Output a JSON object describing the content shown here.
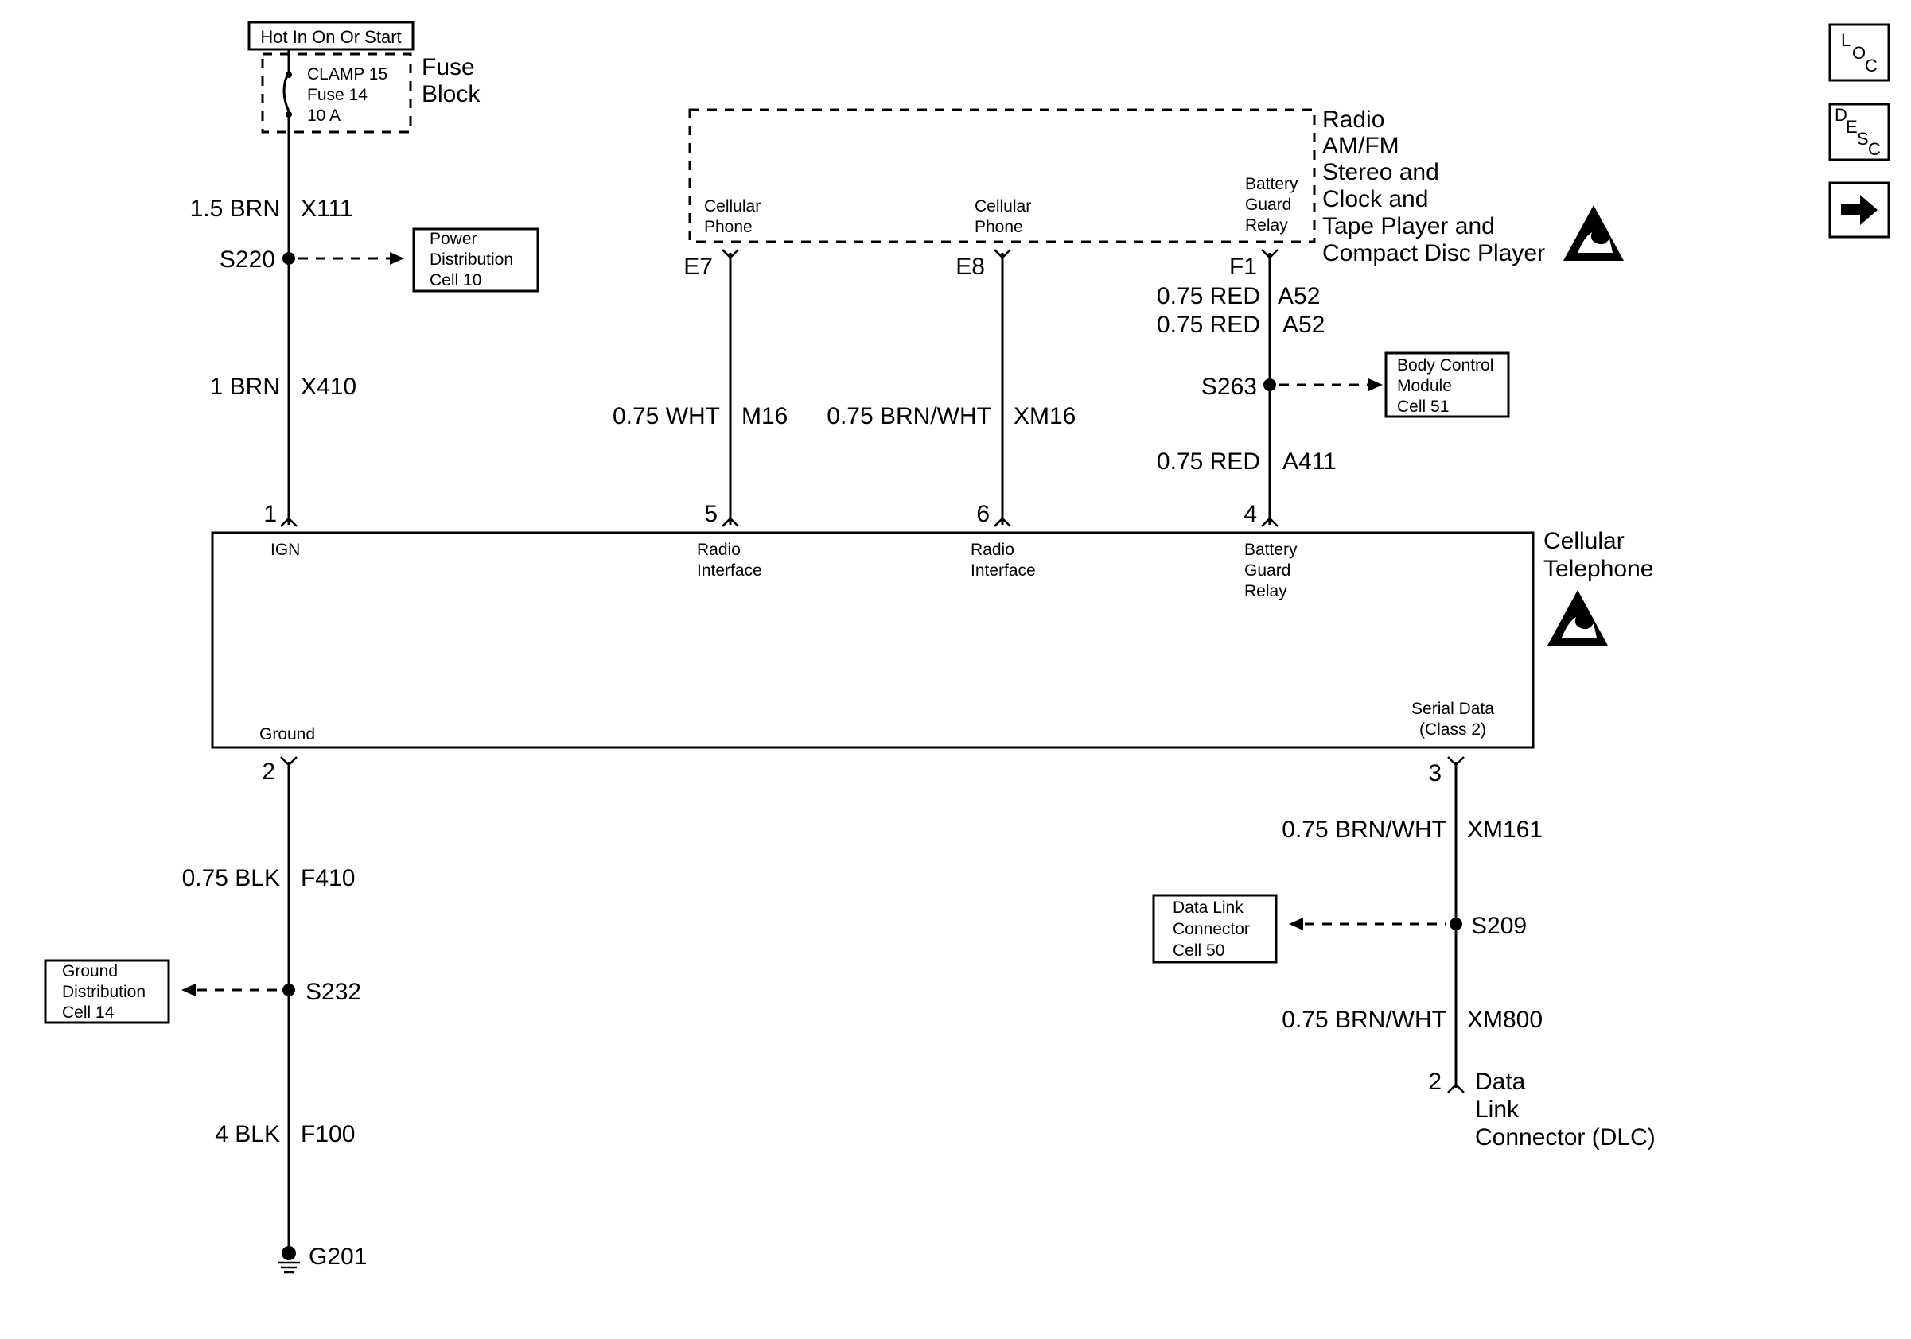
{
  "fuse_block": {
    "header": "Hot In On Or Start",
    "fuse_line1": "CLAMP 15",
    "fuse_line2": "Fuse 14",
    "fuse_line3": "10 A",
    "name_line1": "Fuse",
    "name_line2": "Block"
  },
  "radio": {
    "name_lines": [
      "Radio",
      "AM/FM",
      "Stereo and",
      "Clock and",
      "Tape Player and",
      "Compact Disc Player"
    ],
    "pins": [
      {
        "label_lines": [
          "Cellular",
          "Phone"
        ],
        "connector": "E7"
      },
      {
        "label_lines": [
          "Cellular",
          "Phone"
        ],
        "connector": "E8"
      },
      {
        "label_lines": [
          "Battery",
          "Guard",
          "Relay"
        ],
        "connector": "F1"
      }
    ]
  },
  "wires": {
    "ign_upper": {
      "gauge_color": "1.5 BRN",
      "circuit": "X111"
    },
    "ign_lower": {
      "gauge_color": "1 BRN",
      "circuit": "X410"
    },
    "radio_e7": {
      "gauge_color": "0.75 WHT",
      "circuit": "M16"
    },
    "radio_e8": {
      "gauge_color": "0.75 BRN/WHT",
      "circuit": "XM16"
    },
    "relay_a": {
      "gauge_color": "0.75 RED",
      "circuit": "A52"
    },
    "relay_b": {
      "gauge_color": "0.75 RED",
      "circuit": "A52"
    },
    "relay_c": {
      "gauge_color": "0.75 RED",
      "circuit": "A411"
    },
    "ground_upper": {
      "gauge_color": "0.75 BLK",
      "circuit": "F410"
    },
    "ground_lower": {
      "gauge_color": "4 BLK",
      "circuit": "F100"
    },
    "serial_upper": {
      "gauge_color": "0.75 BRN/WHT",
      "circuit": "XM161"
    },
    "serial_lower": {
      "gauge_color": "0.75 BRN/WHT",
      "circuit": "XM800"
    }
  },
  "splices": {
    "s220": "S220",
    "s263": "S263",
    "s232": "S232",
    "s209": "S209"
  },
  "refs": {
    "power_distribution": [
      "Power",
      "Distribution",
      "Cell 10"
    ],
    "body_control": [
      "Body Control",
      "Module",
      "Cell 51"
    ],
    "ground_distribution": [
      "Ground",
      "Distribution",
      "Cell 14"
    ],
    "data_link": [
      "Data Link",
      "Connector",
      "Cell 50"
    ]
  },
  "cellular": {
    "name_lines": [
      "Cellular",
      "Telephone"
    ],
    "pins": {
      "p1": {
        "number": "1",
        "label_lines": [
          "IGN"
        ]
      },
      "p5": {
        "number": "5",
        "label_lines": [
          "Radio",
          "Interface"
        ]
      },
      "p6": {
        "number": "6",
        "label_lines": [
          "Radio",
          "Interface"
        ]
      },
      "p4": {
        "number": "4",
        "label_lines": [
          "Battery",
          "Guard",
          "Relay"
        ]
      },
      "p2": {
        "number": "2",
        "label_lines": [
          "Ground"
        ]
      },
      "p3": {
        "number": "3",
        "label_lines": [
          "Serial Data",
          "(Class 2)"
        ]
      }
    }
  },
  "ground_point": "G201",
  "dlc": {
    "pin": "2",
    "name_lines": [
      "Data",
      "Link",
      "Connector (DLC)"
    ]
  },
  "nav": {
    "loc": [
      "L",
      "O",
      "C"
    ],
    "desc": [
      "D",
      "E",
      "S",
      "C"
    ],
    "next_icon": "arrow-right-icon"
  }
}
